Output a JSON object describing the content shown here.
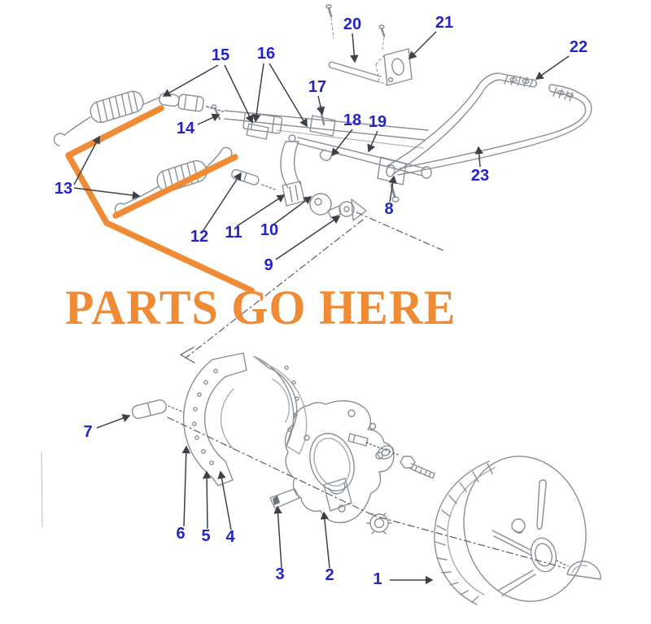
{
  "diagram": {
    "type": "exploded-parts-diagram",
    "subject": "drum brake and parking brake lever assembly",
    "annotation": {
      "text": "PARTS GO HERE"
    },
    "colors": {
      "accent_orange": "#EF8A35",
      "label_blue": "#2424C4",
      "line_gray": "#8a8f94",
      "leader_dark": "#3d4046"
    },
    "part_labels": [
      {
        "number": "1"
      },
      {
        "number": "2"
      },
      {
        "number": "3"
      },
      {
        "number": "4"
      },
      {
        "number": "5"
      },
      {
        "number": "6"
      },
      {
        "number": "7"
      },
      {
        "number": "8"
      },
      {
        "number": "9"
      },
      {
        "number": "10"
      },
      {
        "number": "11"
      },
      {
        "number": "12"
      },
      {
        "number": "13"
      },
      {
        "number": "14"
      },
      {
        "number": "15"
      },
      {
        "number": "16"
      },
      {
        "number": "17"
      },
      {
        "number": "18"
      },
      {
        "number": "19"
      },
      {
        "number": "20"
      },
      {
        "number": "21"
      },
      {
        "number": "22"
      },
      {
        "number": "23"
      }
    ]
  }
}
